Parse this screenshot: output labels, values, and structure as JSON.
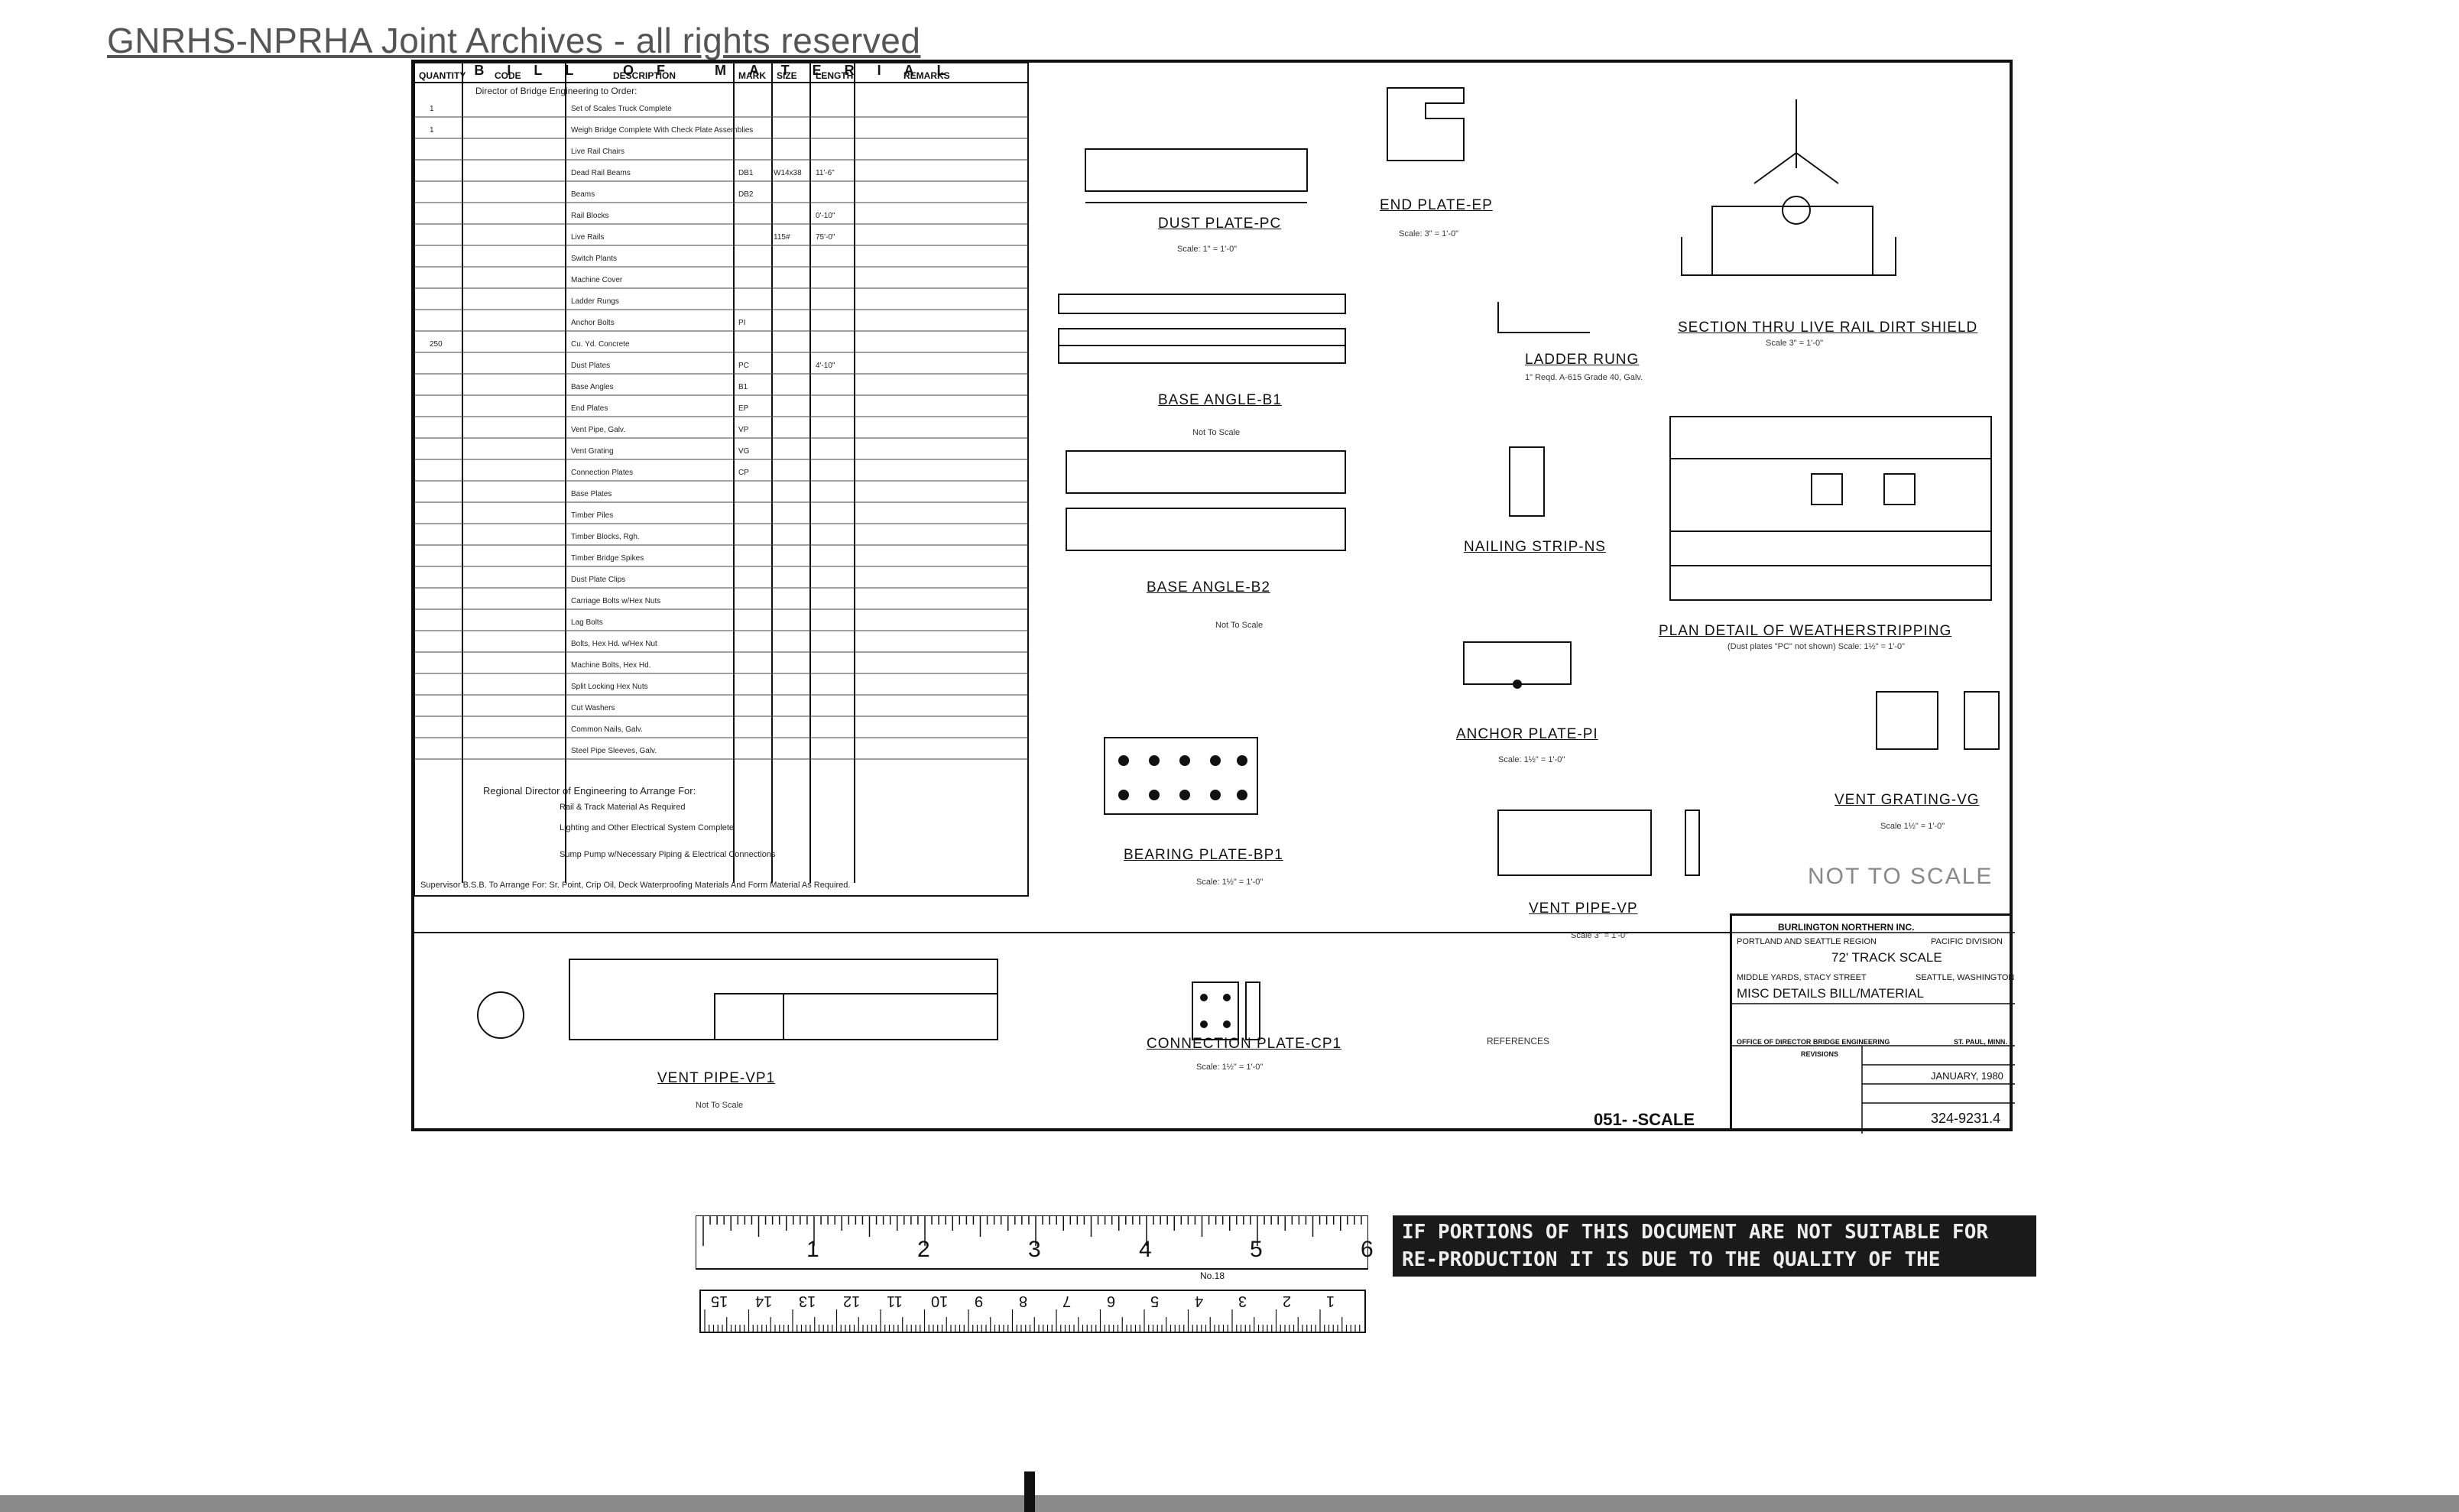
{
  "watermark": "GNRHS-NPRHA Joint Archives - all rights reserved",
  "bill_of_material": {
    "title": "BILL OF MATERIAL",
    "headers": [
      "QUANTITY",
      "CODE",
      "DESCRIPTION",
      "MARK",
      "SIZE",
      "LENGTH",
      "REMARKS"
    ],
    "subtitle": "Director of Bridge Engineering to Order:",
    "rows": [
      {
        "qty": "1",
        "desc": "Set of Scales Truck Complete",
        "mark": "",
        "size": "",
        "length": ""
      },
      {
        "qty": "1",
        "desc": "Weigh Bridge Complete With Check Plate Assemblies",
        "mark": "",
        "size": "",
        "length": ""
      },
      {
        "qty": "",
        "desc": "Live Rail Chairs",
        "mark": "",
        "size": "",
        "length": ""
      },
      {
        "qty": "",
        "desc": "Dead Rail Beams",
        "mark": "DB1",
        "size": "W14x38",
        "length": "11'-6\""
      },
      {
        "qty": "",
        "desc": "Beams",
        "mark": "DB2",
        "size": "",
        "length": ""
      },
      {
        "qty": "",
        "desc": "Rail Blocks",
        "mark": "",
        "size": "",
        "length": "0'-10\""
      },
      {
        "qty": "",
        "desc": "Live Rails",
        "mark": "",
        "size": "115#",
        "length": "75'-0\""
      },
      {
        "qty": "",
        "desc": "Switch Plants",
        "mark": "",
        "size": "",
        "length": ""
      },
      {
        "qty": "",
        "desc": "Machine Cover",
        "mark": "",
        "size": "",
        "length": ""
      },
      {
        "qty": "",
        "desc": "Ladder Rungs",
        "mark": "",
        "size": "",
        "length": ""
      },
      {
        "qty": "",
        "desc": "Anchor Bolts",
        "mark": "PI",
        "size": "",
        "length": ""
      },
      {
        "qty": "250",
        "desc": "Cu. Yd. Concrete",
        "mark": "",
        "size": "",
        "length": ""
      },
      {
        "qty": "",
        "desc": "Dust Plates",
        "mark": "PC",
        "size": "",
        "length": "4'-10\""
      },
      {
        "qty": "",
        "desc": "Base Angles",
        "mark": "B1",
        "size": "",
        "length": ""
      },
      {
        "qty": "",
        "desc": "End Plates",
        "mark": "EP",
        "size": "",
        "length": ""
      },
      {
        "qty": "",
        "desc": "Vent Pipe, Galv.",
        "mark": "VP",
        "size": "",
        "length": ""
      },
      {
        "qty": "",
        "desc": "Vent Grating",
        "mark": "VG",
        "size": "",
        "length": ""
      },
      {
        "qty": "",
        "desc": "Connection Plates",
        "mark": "CP",
        "size": "",
        "length": ""
      },
      {
        "qty": "",
        "desc": "Base Plates",
        "mark": "",
        "size": "",
        "length": ""
      },
      {
        "qty": "",
        "desc": "Timber Piles",
        "mark": "",
        "size": "",
        "length": ""
      },
      {
        "qty": "",
        "desc": "Timber Blocks, Rgh.",
        "mark": "",
        "size": "",
        "length": ""
      },
      {
        "qty": "",
        "desc": "Timber Bridge Spikes",
        "mark": "",
        "size": "",
        "length": ""
      },
      {
        "qty": "",
        "desc": "Dust Plate Clips",
        "mark": "",
        "size": "",
        "length": ""
      },
      {
        "qty": "",
        "desc": "Carriage Bolts w/Hex Nuts",
        "mark": "",
        "size": "",
        "length": ""
      },
      {
        "qty": "",
        "desc": "Lag Bolts",
        "mark": "",
        "size": "",
        "length": ""
      },
      {
        "qty": "",
        "desc": "Bolts, Hex Hd. w/Hex Nut",
        "mark": "",
        "size": "",
        "length": ""
      },
      {
        "qty": "",
        "desc": "Machine Bolts, Hex Hd.",
        "mark": "",
        "size": "",
        "length": ""
      },
      {
        "qty": "",
        "desc": "Split Locking Hex Nuts",
        "mark": "",
        "size": "",
        "length": ""
      },
      {
        "qty": "",
        "desc": "Cut Washers",
        "mark": "",
        "size": "",
        "length": ""
      },
      {
        "qty": "",
        "desc": "Common Nails, Galv.",
        "mark": "",
        "size": "",
        "length": ""
      },
      {
        "qty": "",
        "desc": "Steel Pipe Sleeves, Galv.",
        "mark": "",
        "size": "",
        "length": ""
      }
    ],
    "regional_note": "Regional Director of Engineering to Arrange For:",
    "regional_items": [
      "Rail & Track Material As Required",
      "Lighting and Other Electrical System Complete",
      "Sump Pump w/Necessary Piping & Electrical Connections"
    ],
    "supervisor_note": "Supervisor B.S.B. To Arrange For: Sr. Point, Crip Oil, Deck Waterproofing Materials And Form Material As Required."
  },
  "details": {
    "dust_plate": {
      "title": "DUST PLATE-PC",
      "note": "Scale: 1\" = 1'-0\""
    },
    "end_plate": {
      "title": "END PLATE-EP",
      "note": "Scale: 3\" = 1'-0\""
    },
    "section": {
      "title": "SECTION THRU LIVE RAIL DIRT SHIELD",
      "note": "Scale 3\" = 1'-0\""
    },
    "base_angle_b1": {
      "title": "BASE ANGLE-B1",
      "note": "Not To Scale"
    },
    "ladder_rung": {
      "title": "LADDER RUNG",
      "note": "1\" Reqd. A-615 Grade 40, Galv."
    },
    "base_angle_b2": {
      "title": "BASE ANGLE-B2",
      "note": "Not To Scale"
    },
    "nailing_strip": {
      "title": "NAILING STRIP-NS",
      "note": ""
    },
    "plan_weatherstripping": {
      "title": "PLAN DETAIL OF WEATHERSTRIPPING",
      "note": "(Dust plates \"PC\" not shown) Scale: 1½\" = 1'-0\""
    },
    "anchor_plate": {
      "title": "ANCHOR PLATE-PI",
      "note": "Scale: 1½\" = 1'-0\""
    },
    "bearing_plate": {
      "title": "BEARING PLATE-BP1",
      "note": "Scale: 1½\" = 1'-0\""
    },
    "vent_grating": {
      "title": "VENT GRATING-VG",
      "note": "Scale 1½\" = 1'-0\""
    },
    "vent_pipe_vp": {
      "title": "VENT PIPE-VP",
      "note": "Scale 3\" = 1'-0\""
    },
    "vent_pipe_vp1": {
      "title": "VENT PIPE-VP1",
      "note": "Not To Scale"
    },
    "connection_plate": {
      "title": "CONNECTION PLATE-CP1",
      "note": "Scale: 1½\" = 1'-0\""
    },
    "not_to_scale_stamp": "NOT TO SCALE",
    "references": "REFERENCES"
  },
  "title_block": {
    "company": "BURLINGTON NORTHERN INC.",
    "region": "PORTLAND AND SEATTLE REGION",
    "division": "PACIFIC DIVISION",
    "project": "72' TRACK SCALE",
    "location_left": "MIDDLE YARDS, STACY STREET",
    "location_right": "SEATTLE, WASHINGTON",
    "sheet_title": "MISC DETAILS BILL/MATERIAL",
    "office": "OFFICE OF DIRECTOR BRIDGE ENGINEERING",
    "city": "ST. PAUL, MINN.",
    "revisions": "REVISIONS",
    "date": "JANUARY, 1980",
    "drawing_no": "324-9231.4"
  },
  "scale_ref": "051-   -SCALE",
  "ruler_top_numbers": [
    "1",
    "2",
    "3",
    "4",
    "5",
    "6"
  ],
  "ruler_bottom_numbers": [
    "15",
    "14",
    "13",
    "12",
    "11",
    "10",
    "9",
    "8",
    "7",
    "6",
    "5",
    "4",
    "3",
    "2",
    "1"
  ],
  "ruler_caption": "No.18",
  "notice": "IF PORTIONS OF THIS DOCUMENT ARE NOT SUITABLE FOR RE-PRODUCTION IT IS DUE TO THE QUALITY OF THE ORIGINAL."
}
